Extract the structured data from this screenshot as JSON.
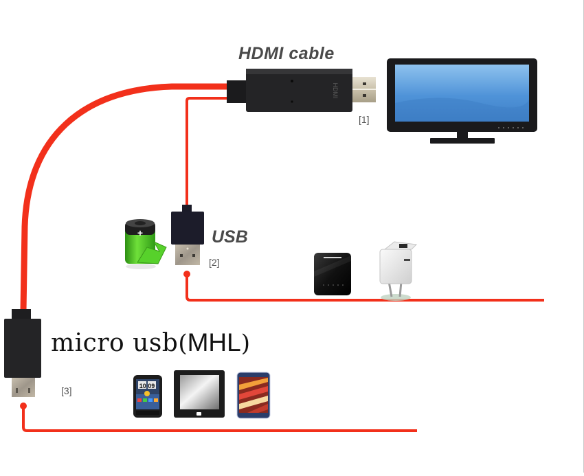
{
  "diagram": {
    "title": "HDMI to micro USB (MHL) connection diagram",
    "labels": {
      "hdmi_cable": "HDMI cable",
      "usb": "USB",
      "micro_usb": "micro usb",
      "mhl": "MHL",
      "ref_1": "[1]",
      "ref_2": "[2]",
      "ref_3": "[3]"
    },
    "connector_texts": {
      "hdmi_plug_embossed": "HDMI"
    },
    "components": [
      {
        "id": "hdmi-connector",
        "label": "HDMI cable",
        "ref": "[1]",
        "connects_to": "tv-monitor"
      },
      {
        "id": "usb-connector",
        "label": "USB",
        "ref": "[2]",
        "connects_to": [
          "power-bank",
          "wall-charger"
        ]
      },
      {
        "id": "micro-usb-connector",
        "label": "micro usb (MHL)",
        "ref": "[3]",
        "connects_to": [
          "smartphone",
          "tablet",
          "android-phone"
        ]
      }
    ],
    "devices": {
      "tv": "tv-monitor",
      "power_sources": [
        "battery-charging-icon",
        "power-bank",
        "wall-charger"
      ],
      "mobile_devices": [
        "htc-smartphone",
        "tablet",
        "samsung-phone"
      ],
      "phone_clock": "10 09"
    },
    "colors": {
      "cable_red": "#f2301b",
      "connector_black": "#1c1c1e",
      "label_gray": "#4a4a4a",
      "screen_blue": "#4d8fd4",
      "battery_green": "#4cc21f"
    }
  }
}
